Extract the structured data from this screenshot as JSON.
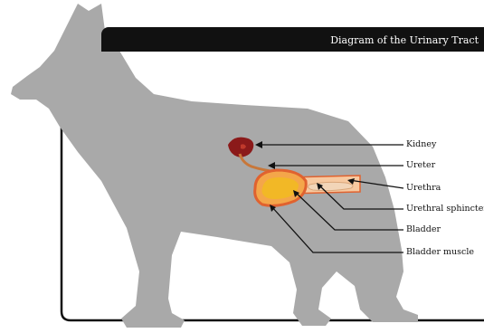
{
  "title": "Diagram of the Urinary Tract",
  "labels": {
    "kidney": "Kidney",
    "ureter": "Ureter",
    "urethra": "Urethra",
    "urethral_sphincter": "Urethral sphincter",
    "bladder": "Bladder",
    "bladder_muscle": "Bladder muscle"
  },
  "colors": {
    "silhouette": "#a9a9a9",
    "frame": "#111111",
    "kidney": "#8b1a1a",
    "ureter": "#c8773a",
    "bladder_wall": "#e0622f",
    "bladder_inner": "#f2b826",
    "urethra": "#f7c9a0"
  }
}
